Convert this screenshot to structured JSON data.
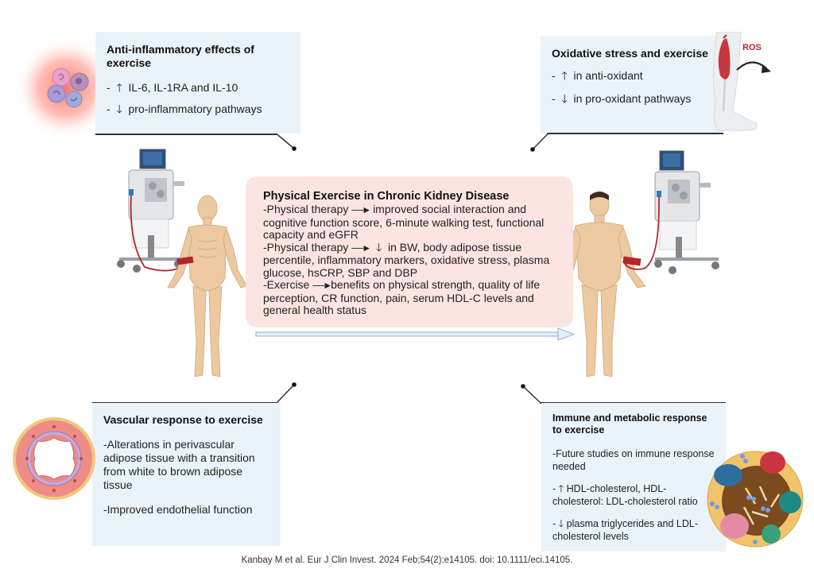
{
  "colors": {
    "box_bg": "#eaf3fa",
    "center_bg": "#fbe4e1",
    "skin": "#ecc9a0",
    "ros_red": "#b3262c",
    "flow_arrow": "#9bb7e0"
  },
  "boxes": {
    "anti_inflammatory": {
      "title": "Anti-inflammatory effects of exercise",
      "items": [
        {
          "prefix": "-",
          "arrow": "up",
          "text": "IL-6, IL-1RA and IL-10"
        },
        {
          "prefix": "-",
          "arrow": "down",
          "text": "pro-inflammatory pathways"
        }
      ]
    },
    "oxidative": {
      "title": "Oxidative stress and exercise",
      "items": [
        {
          "prefix": "-",
          "arrow": "up",
          "text": "in anti-oxidant"
        },
        {
          "prefix": "-",
          "arrow": "down",
          "text": "in pro-oxidant pathways"
        }
      ],
      "ros_label": "ROS"
    },
    "vascular": {
      "title": "Vascular response to exercise",
      "items": [
        "-Alterations in perivascular adipose tissue with a transition from white to brown adipose tissue",
        "-Improved endothelial function"
      ]
    },
    "immune": {
      "title": "Immune and metabolic response to exercise",
      "items": [
        {
          "prefix": "",
          "arrow": "",
          "text": "-Future studies on immune response needed"
        },
        {
          "prefix": "-",
          "arrow": "up",
          "text": "HDL-cholesterol,  HDL-cholesterol: LDL-cholesterol ratio"
        },
        {
          "prefix": "-",
          "arrow": "down",
          "text": "plasma triglycerides and LDL-cholesterol levels"
        }
      ]
    }
  },
  "center": {
    "title": "Physical Exercise in Chronic Kidney Disease",
    "lines": [
      {
        "lead": "-Physical therapy",
        "down": false,
        "text": "improved social interaction and cognitive function score, 6-minute walking test, functional capacity and eGFR"
      },
      {
        "lead": "-Physical therapy",
        "down": true,
        "text": "in BW, body adipose tissue percentile, inflammatory markers, oxidative stress, plasma glucose, hsCRP, SBP and DBP"
      },
      {
        "lead": "-Exercise",
        "down": false,
        "text": "benefits on physical strength, quality of life perception, CR function, pain, serum HDL-C levels and general health status"
      }
    ]
  },
  "icons": {
    "inflammatory_cells": "immune-cells-icon",
    "leg_muscle": "leg-muscle-icon",
    "blood_vessel": "blood-vessel-cross-section-icon",
    "lipoprotein": "lipoprotein-particle-icon",
    "dialysis_machine": "dialysis-machine-icon",
    "patient_before": "frail-patient-figure",
    "patient_after": "healthy-patient-figure"
  },
  "citation": "Kanbay M et al. Eur J Clin Invest. 2024 Feb;54(2):e14105. doi: 10.1111/eci.14105."
}
